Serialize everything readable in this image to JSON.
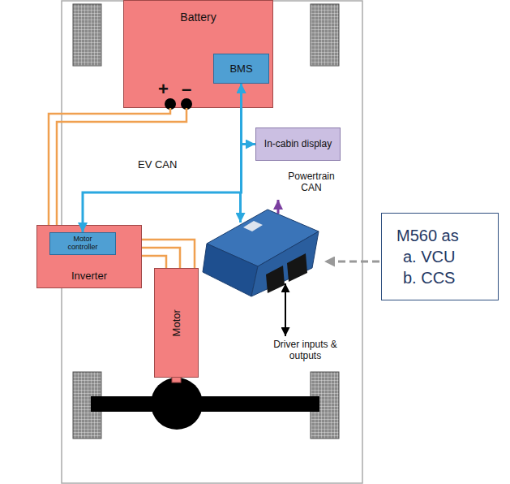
{
  "diagram": {
    "nodes": [
      {
        "text": [
          "Battery"
        ]
      },
      {
        "text": [
          "BMS"
        ],
        "in": 0
      },
      {
        "text": [
          "In-cabin display"
        ]
      },
      {
        "text": [
          "Inverter"
        ]
      },
      {
        "text": [
          "Motor controller"
        ],
        "in": 3
      },
      {
        "text": [
          "Motor"
        ]
      },
      {
        "text": [
          "M560 as",
          "a. VCU",
          "b. CCS"
        ]
      }
    ],
    "edges": [
      {
        "from": 0,
        "to": 3,
        "arrow": "none"
      },
      {
        "from": 1,
        "to": 2,
        "arrow": "both"
      },
      {
        "from": 1,
        "to": 4,
        "arrow": "both"
      },
      {
        "from": 3,
        "to": 5,
        "arrow": "none"
      }
    ],
    "labels": [
      "+",
      "–",
      "EV CAN",
      "Powertrain CAN",
      "Driver inputs & outputs"
    ]
  }
}
